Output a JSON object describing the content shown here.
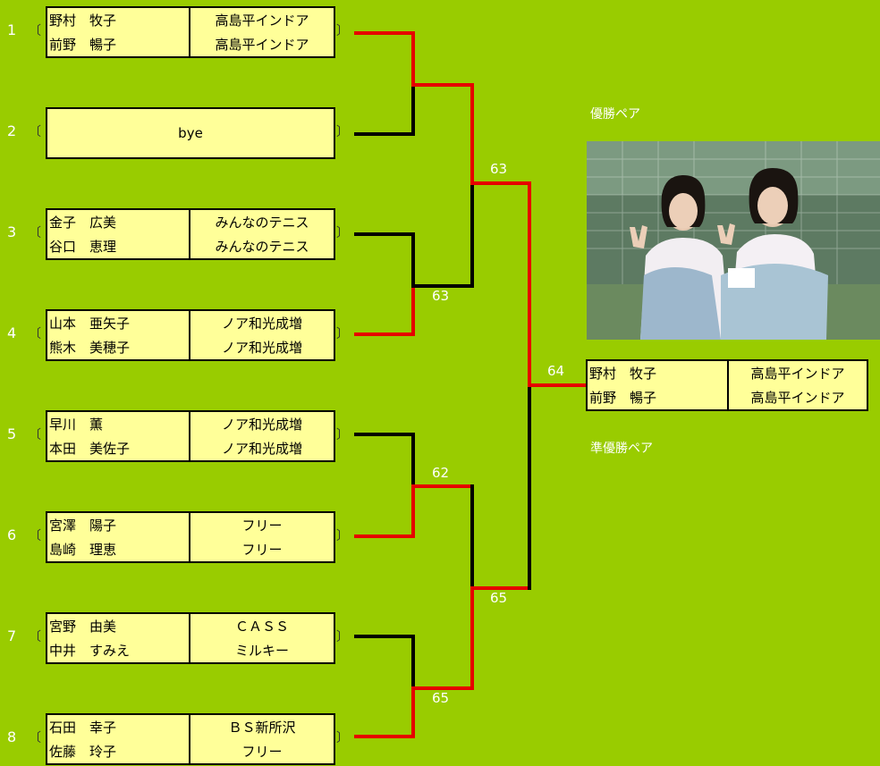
{
  "entries": [
    {
      "seed": "1",
      "player1": "野村　牧子",
      "club1": "高島平インドア",
      "player2": "前野　暢子",
      "club2": "高島平インドア"
    },
    {
      "seed": "2",
      "bye": "bye"
    },
    {
      "seed": "3",
      "player1": "金子　広美",
      "club1": "みんなのテニス",
      "player2": "谷口　恵理",
      "club2": "みんなのテニス"
    },
    {
      "seed": "4",
      "player1": "山本　亜矢子",
      "club1": "ノア和光成増",
      "player2": "熊木　美穂子",
      "club2": "ノア和光成増"
    },
    {
      "seed": "5",
      "player1": "早川　薫",
      "club1": "ノア和光成増",
      "player2": "本田　美佐子",
      "club2": "ノア和光成増"
    },
    {
      "seed": "6",
      "player1": "宮澤　陽子",
      "club1": "フリー",
      "player2": "島崎　理恵",
      "club2": "フリー"
    },
    {
      "seed": "7",
      "player1": "宮野　由美",
      "club1": "ＣＡＳＳ",
      "player2": "中井　すみえ",
      "club2": "ミルキー"
    },
    {
      "seed": "8",
      "player1": "石田　幸子",
      "club1": "ＢＳ新所沢",
      "player2": "佐藤　玲子",
      "club2": "フリー"
    }
  ],
  "scores": {
    "sf1_r1": "63",
    "sf1_r2": "63",
    "sf2_r1": "62",
    "sf2_r2": "65",
    "sf2_r3": "65",
    "final": "64"
  },
  "winner": {
    "label": "優勝ペア",
    "player1": "野村　牧子",
    "club1": "高島平インドア",
    "player2": "前野　暢子",
    "club2": "高島平インドア"
  },
  "runner_up": {
    "label": "準優勝ペア"
  },
  "colors": {
    "background": "#99cc00",
    "win_line": "#e60000",
    "lose_line": "#000000",
    "entry_fill": "#ffff99"
  }
}
